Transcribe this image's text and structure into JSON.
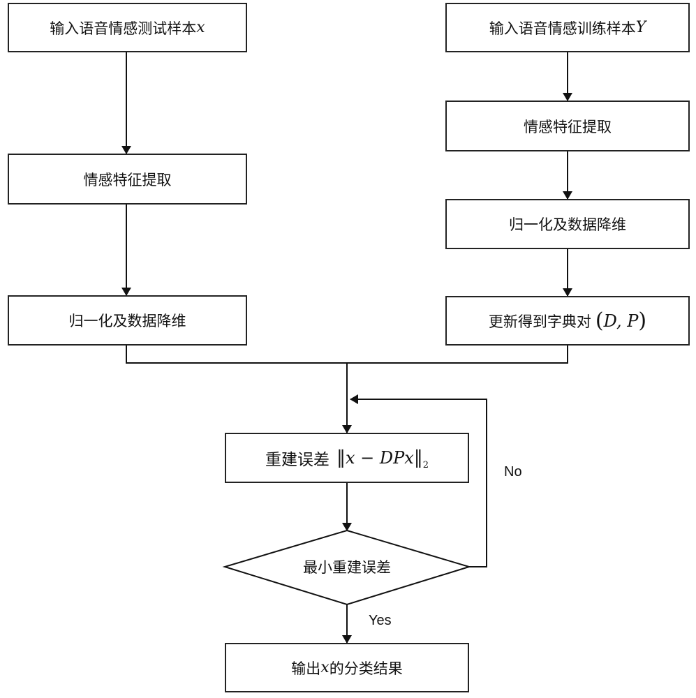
{
  "left": {
    "input": {
      "text": "输入语音情感测试样本",
      "var": "x"
    },
    "extract": "情感特征提取",
    "normalize": "归一化及数据降维"
  },
  "right": {
    "input": {
      "text": "输入语音情感训练样本",
      "var": "Y"
    },
    "extract": "情感特征提取",
    "normalize": "归一化及数据降维",
    "dict": {
      "text": "更新得到字典对",
      "pair": "D, P"
    }
  },
  "reconstruct": {
    "text": "重建误差",
    "expr": "x − DPx",
    "subscript": "2"
  },
  "decision": {
    "text": "最小重建误差"
  },
  "output": {
    "prefix": "输出",
    "var": "x",
    "suffix": "的分类结果"
  },
  "labels": {
    "no": "No",
    "yes": "Yes"
  }
}
